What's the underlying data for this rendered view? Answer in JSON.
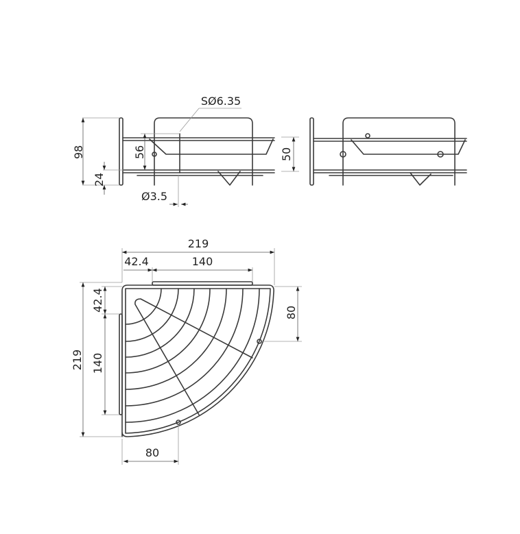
{
  "side_view": {
    "height_total": "98",
    "lower_rail_height": "24",
    "rail_spacing": "56",
    "sphere_diameter": "SØ6.35",
    "wire_diameter": "Ø3.5"
  },
  "front_view": {
    "rail_height": "50"
  },
  "top_view": {
    "width_total": "219",
    "offset_top": "42.4",
    "bracket_width_top": "140",
    "depth_total": "219",
    "offset_left": "42.4",
    "bracket_width_left": "140",
    "hole_offset_right": "80",
    "hole_offset_bottom": "80"
  }
}
